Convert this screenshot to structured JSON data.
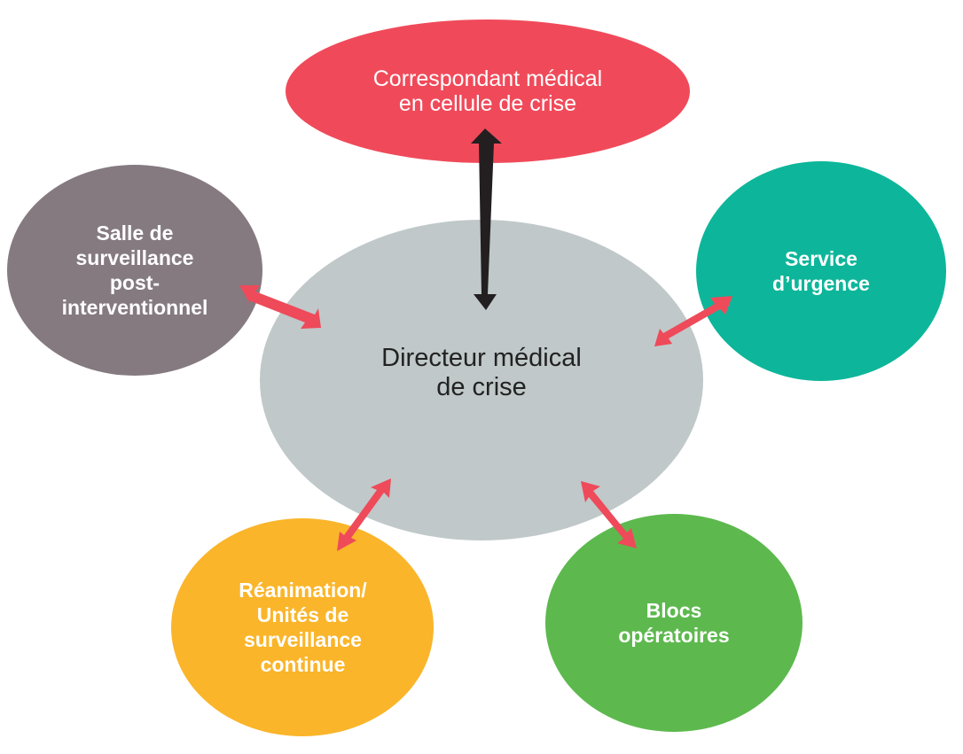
{
  "diagram": {
    "center": {
      "label": "Directeur médical\nde crise",
      "color": "#c0c8c9"
    },
    "nodes": [
      {
        "id": "top",
        "label": "Correspondant médical\nen cellule de crise",
        "color": "#f04a5a"
      },
      {
        "id": "left",
        "label": "Salle de\nsurveillance\npost-\ninterventionnel",
        "color": "#857a80"
      },
      {
        "id": "right",
        "label": "Service\nd’urgence",
        "color": "#0db69a"
      },
      {
        "id": "bottom-left",
        "label": "Réanimation/\nUnités de\nsurveillance\ncontinue",
        "color": "#fab52a"
      },
      {
        "id": "bottom-right",
        "label": "Blocs\nopératoires",
        "color": "#5db94e"
      }
    ],
    "arrow_colors": {
      "primary": "#231f20",
      "secondary": "#ee4a5a"
    }
  }
}
